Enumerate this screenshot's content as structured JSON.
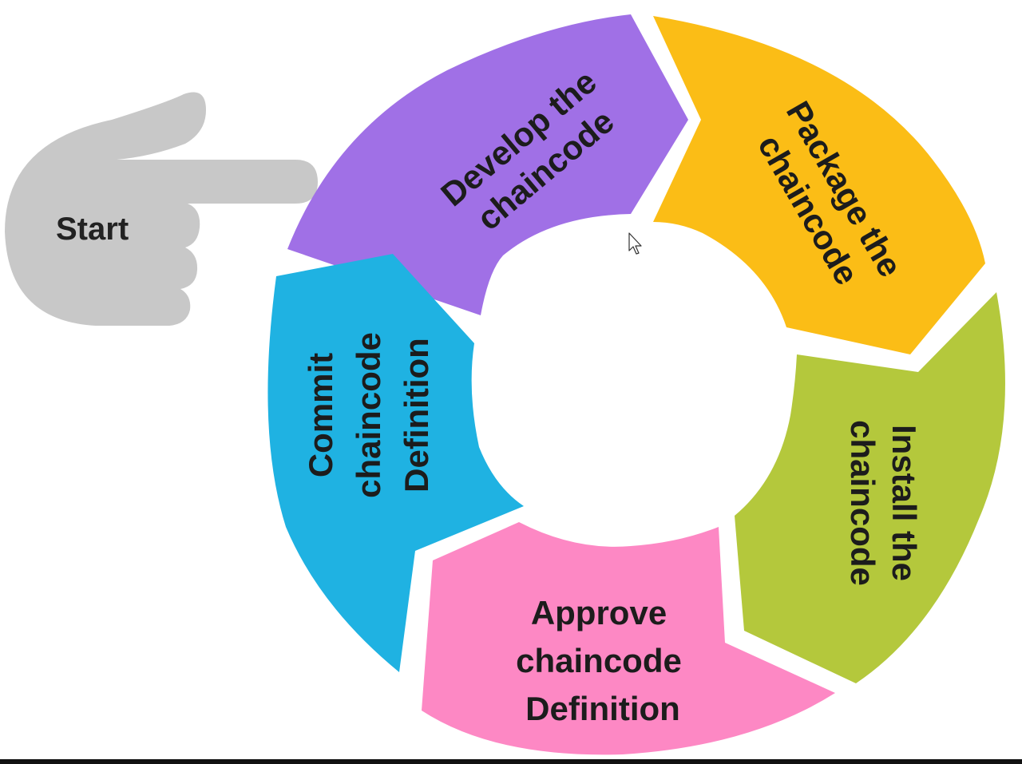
{
  "start": {
    "label": "Start",
    "icon": "pointing-hand-icon",
    "color": "#c8c8c8"
  },
  "steps": [
    {
      "id": "develop",
      "lines": [
        "Develop the",
        "chaincode"
      ],
      "color": "#a070e6"
    },
    {
      "id": "package",
      "lines": [
        "Package the",
        "chaincode"
      ],
      "color": "#fbbd16"
    },
    {
      "id": "install",
      "lines": [
        "Install the",
        "chaincode"
      ],
      "color": "#b4c83c"
    },
    {
      "id": "approve",
      "lines": [
        "Approve",
        "chaincode",
        "Definition"
      ],
      "color": "#fd88c4"
    },
    {
      "id": "commit",
      "lines": [
        "Commit",
        "chaincode",
        "Definition"
      ],
      "color": "#1fb2e2"
    }
  ],
  "cursor": {
    "icon": "mouse-pointer-icon"
  }
}
